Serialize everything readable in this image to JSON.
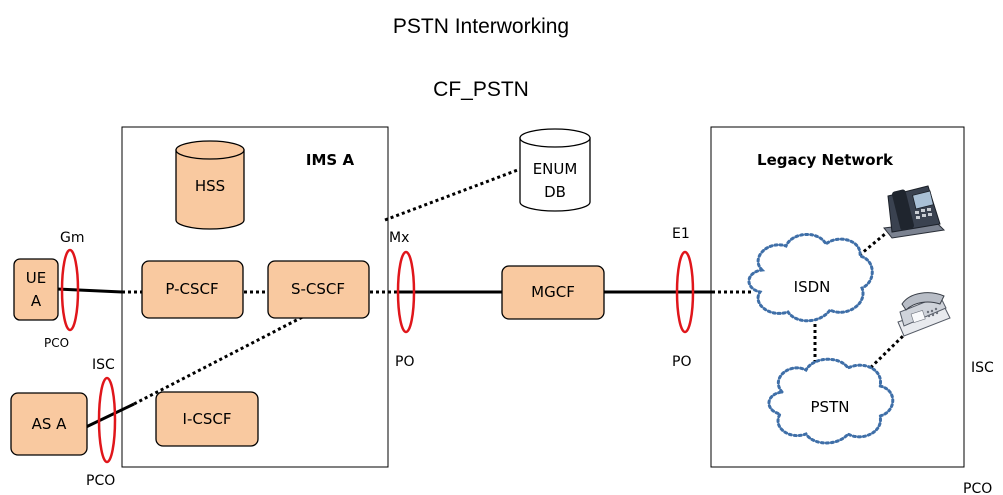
{
  "title": "PSTN Interworking",
  "subtitle": "CF_PSTN",
  "domains": {
    "ims": "IMS A",
    "legacy": "Legacy Network"
  },
  "nodes": {
    "hss": "HSS",
    "enum_line1": "ENUM",
    "enum_line2": "DB",
    "ue_line1": "UE",
    "ue_line2": "A",
    "pcscf": "P-CSCF",
    "scscf": "S-CSCF",
    "mgcf": "MGCF",
    "as": "AS A",
    "icscf": "I-CSCF",
    "isdn": "ISDN",
    "pstn": "PSTN"
  },
  "interfaces": {
    "gm": "Gm",
    "mx": "Mx",
    "e1": "E1",
    "isc_left": "ISC",
    "isc_right": "ISC"
  },
  "points": {
    "pco_gm": "PCO",
    "pco_isc": "PCO",
    "po_mx": "PO",
    "po_e1": "PO",
    "pco_right": "PCO"
  },
  "colors": {
    "node_fill": "#f9c9a0",
    "ring": "#e0161b",
    "cloud_outline": "#3f6fa8"
  }
}
